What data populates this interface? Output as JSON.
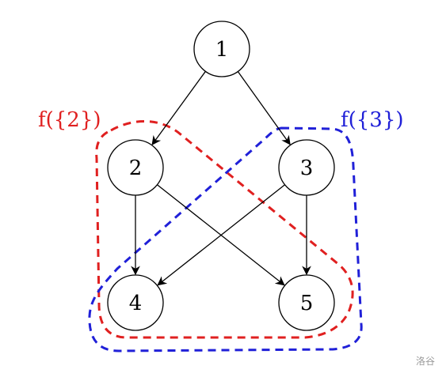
{
  "diagram": {
    "nodes": [
      {
        "id": "1",
        "label": "1"
      },
      {
        "id": "2",
        "label": "2"
      },
      {
        "id": "3",
        "label": "3"
      },
      {
        "id": "4",
        "label": "4"
      },
      {
        "id": "5",
        "label": "5"
      }
    ],
    "edges": [
      {
        "from": "1",
        "to": "2"
      },
      {
        "from": "1",
        "to": "3"
      },
      {
        "from": "2",
        "to": "4"
      },
      {
        "from": "2",
        "to": "5"
      },
      {
        "from": "3",
        "to": "4"
      },
      {
        "from": "3",
        "to": "5"
      }
    ],
    "regions": [
      {
        "id": "f2",
        "label": "f({2})",
        "color": "#e02020"
      },
      {
        "id": "f3",
        "label": "f({3})",
        "color": "#2020d8"
      }
    ]
  },
  "colors": {
    "stroke": "#000000",
    "node_fill": "#ffffff"
  },
  "watermark": "洛谷"
}
